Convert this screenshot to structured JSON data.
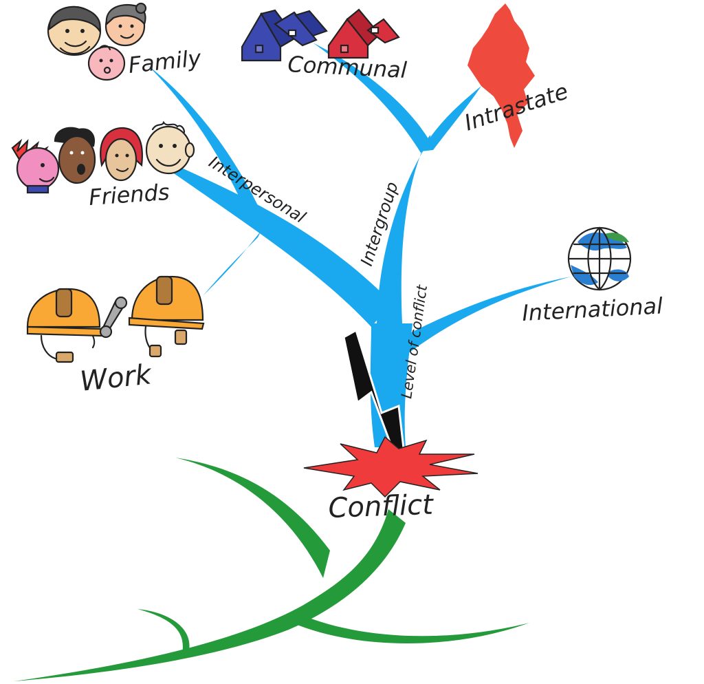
{
  "center": {
    "label": "Conflict"
  },
  "trunk": {
    "label": "Level of conflict"
  },
  "branches": {
    "interpersonal": {
      "label": "Interpersonal"
    },
    "intergroup": {
      "label": "Intergroup"
    }
  },
  "leaves": {
    "family": {
      "label": "Family"
    },
    "friends": {
      "label": "Friends"
    },
    "work": {
      "label": "Work"
    },
    "communal": {
      "label": "Communal"
    },
    "intrastate": {
      "label": "Intrastate"
    },
    "international": {
      "label": "International"
    }
  },
  "colors": {
    "tree_blue": "#1aa9ef",
    "root_green": "#249a3a",
    "burst_red": "#ef3b3b",
    "bolt_black": "#111111",
    "helmet_orange": "#f9a836",
    "house_blue": "#3b49b0",
    "house_red": "#d9303f",
    "map_red": "#ee4a3d",
    "globe_blue": "#2a7fd0",
    "globe_green": "#3c9a4a"
  }
}
